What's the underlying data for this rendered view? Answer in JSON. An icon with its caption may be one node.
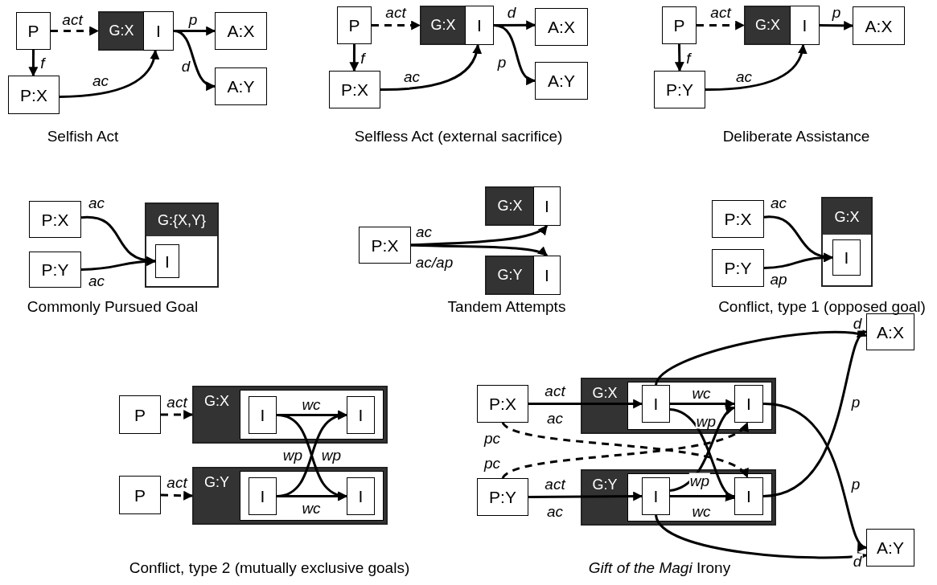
{
  "diagram": {
    "nodes": [
      {
        "text": [
          "P"
        ]
      },
      {
        "text": [
          "G:X"
        ]
      },
      {
        "text": [
          "I"
        ],
        "in": 1
      },
      {
        "text": [
          "P:X"
        ]
      },
      {
        "text": [
          "A:X"
        ]
      },
      {
        "text": [
          "A:Y"
        ]
      },
      {
        "text": [
          "P"
        ]
      },
      {
        "text": [
          "G:X"
        ]
      },
      {
        "text": [
          "I"
        ],
        "in": 7
      },
      {
        "text": [
          "P:X"
        ]
      },
      {
        "text": [
          "A:X"
        ]
      },
      {
        "text": [
          "A:Y"
        ]
      },
      {
        "text": [
          "P"
        ]
      },
      {
        "text": [
          "G:X"
        ]
      },
      {
        "text": [
          "I"
        ],
        "in": 13
      },
      {
        "text": [
          "P:Y"
        ]
      },
      {
        "text": [
          "A:X"
        ]
      },
      {
        "text": [
          "P:X"
        ]
      },
      {
        "text": [
          "P:Y"
        ]
      },
      {
        "text": [
          "G:{X,Y}"
        ]
      },
      {
        "text": [
          "I"
        ],
        "in": 19
      },
      {
        "text": [
          "P:X"
        ]
      },
      {
        "text": [
          "G:X"
        ]
      },
      {
        "text": [
          "I"
        ],
        "in": 22
      },
      {
        "text": [
          "G:Y"
        ]
      },
      {
        "text": [
          "I"
        ],
        "in": 24
      },
      {
        "text": [
          "P:X"
        ]
      },
      {
        "text": [
          "P:Y"
        ]
      },
      {
        "text": [
          "G:X"
        ]
      },
      {
        "text": [
          "I"
        ],
        "in": 28
      },
      {
        "text": [
          "P"
        ]
      },
      {
        "text": [
          "G:X"
        ]
      },
      {
        "text": [
          "I"
        ],
        "in": 31
      },
      {
        "text": [
          "I"
        ],
        "in": 31
      },
      {
        "text": [
          "P"
        ]
      },
      {
        "text": [
          "G:Y"
        ]
      },
      {
        "text": [
          "I"
        ],
        "in": 35
      },
      {
        "text": [
          "I"
        ],
        "in": 35
      },
      {
        "text": [
          "P:X"
        ]
      },
      {
        "text": [
          "G:X"
        ]
      },
      {
        "text": [
          "I"
        ],
        "in": 39
      },
      {
        "text": [
          "I"
        ],
        "in": 39
      },
      {
        "text": [
          "A:X"
        ]
      },
      {
        "text": [
          "P:Y"
        ]
      },
      {
        "text": [
          "G:Y"
        ]
      },
      {
        "text": [
          "I"
        ],
        "in": 44
      },
      {
        "text": [
          "I"
        ],
        "in": 44
      },
      {
        "text": [
          "A:Y"
        ]
      }
    ],
    "edges": [
      {
        "from": 0,
        "to": 1,
        "arrow": "to",
        "label": "act",
        "style": "dashed"
      },
      {
        "from": 0,
        "to": 3,
        "arrow": "to",
        "label": "f"
      },
      {
        "from": 3,
        "to": 2,
        "arrow": "to",
        "label": "ac"
      },
      {
        "from": 2,
        "to": 4,
        "arrow": "to",
        "label": "p"
      },
      {
        "from": 2,
        "to": 5,
        "arrow": "to",
        "label": "d"
      },
      {
        "from": 6,
        "to": 7,
        "arrow": "to",
        "label": "act",
        "style": "dashed"
      },
      {
        "from": 6,
        "to": 9,
        "arrow": "to",
        "label": "f"
      },
      {
        "from": 9,
        "to": 8,
        "arrow": "to",
        "label": "ac"
      },
      {
        "from": 8,
        "to": 10,
        "arrow": "to",
        "label": "d"
      },
      {
        "from": 8,
        "to": 11,
        "arrow": "to",
        "label": "p"
      },
      {
        "from": 12,
        "to": 13,
        "arrow": "to",
        "label": "act",
        "style": "dashed"
      },
      {
        "from": 12,
        "to": 15,
        "arrow": "to",
        "label": "f"
      },
      {
        "from": 15,
        "to": 14,
        "arrow": "to",
        "label": "ac"
      },
      {
        "from": 14,
        "to": 16,
        "arrow": "to",
        "label": "p"
      },
      {
        "from": 17,
        "to": 20,
        "arrow": "to",
        "label": "ac"
      },
      {
        "from": 18,
        "to": 20,
        "arrow": "to",
        "label": "ac"
      },
      {
        "from": 21,
        "to": 23,
        "arrow": "to",
        "label": "ac"
      },
      {
        "from": 21,
        "to": 25,
        "arrow": "to",
        "label": "ac/ap"
      },
      {
        "from": 26,
        "to": 29,
        "arrow": "to",
        "label": "ac"
      },
      {
        "from": 27,
        "to": 29,
        "arrow": "to",
        "label": "ap"
      },
      {
        "from": 30,
        "to": 31,
        "arrow": "to",
        "label": "act",
        "style": "dashed"
      },
      {
        "from": 32,
        "to": 33,
        "arrow": "to",
        "label": "wc"
      },
      {
        "from": 32,
        "to": 37,
        "arrow": "to",
        "label": "wp"
      },
      {
        "from": 36,
        "to": 33,
        "arrow": "to",
        "label": "wp"
      },
      {
        "from": 36,
        "to": 37,
        "arrow": "to",
        "label": "wc"
      },
      {
        "from": 34,
        "to": 35,
        "arrow": "to",
        "label": "act",
        "style": "dashed"
      },
      {
        "from": 38,
        "to": 40,
        "arrow": "to",
        "label": "act"
      },
      {
        "from": 40,
        "to": 41,
        "arrow": "to",
        "label": "wc"
      },
      {
        "from": 40,
        "to": 46,
        "arrow": "to",
        "label": "wp"
      },
      {
        "from": 45,
        "to": 41,
        "arrow": "to",
        "label": "wp"
      },
      {
        "from": 45,
        "to": 46,
        "arrow": "to",
        "label": "wc"
      },
      {
        "from": 43,
        "to": 45,
        "arrow": "to",
        "label": "act"
      },
      {
        "from": 38,
        "to": 46,
        "arrow": "to",
        "label": "pc",
        "style": "dashed"
      },
      {
        "from": 43,
        "to": 41,
        "arrow": "to",
        "label": "pc",
        "style": "dashed"
      },
      {
        "from": 40,
        "to": 42,
        "arrow": "to",
        "label": "d"
      },
      {
        "from": 41,
        "to": 47,
        "arrow": "to",
        "label": "p"
      },
      {
        "from": 46,
        "to": 42,
        "arrow": "to",
        "label": "p"
      },
      {
        "from": 45,
        "to": 47,
        "arrow": "to",
        "label": "d"
      }
    ],
    "labels": [
      "Selfish Act",
      "Selfless Act (external sacrifice)",
      "Deliberate Assistance",
      "Commonly Pursued Goal",
      "Tandem Attempts",
      "Conflict, type 1 (opposed goal)",
      "ac",
      "ac",
      "Conflict, type 2 (mutually exclusive goals)",
      "*Gift of the Magi* Irony"
    ]
  }
}
